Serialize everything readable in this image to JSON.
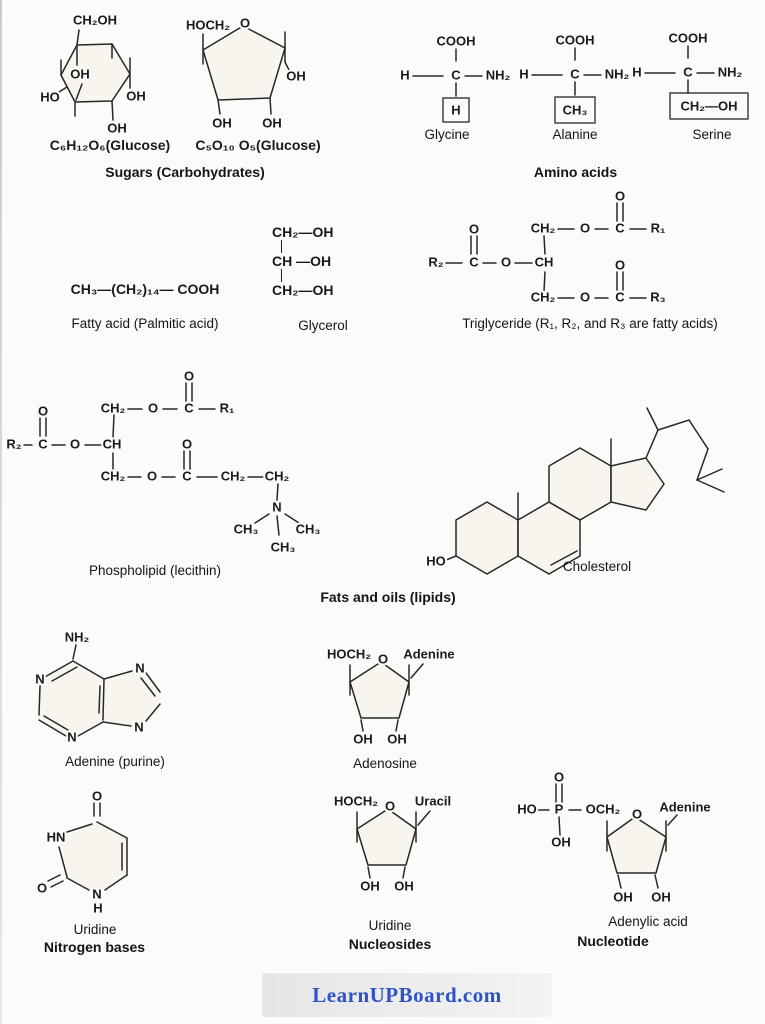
{
  "tokens": {
    "o": "O",
    "c": "C",
    "h": "H",
    "n": "N",
    "p": "P",
    "hn": "HN",
    "ho": "HO",
    "oh": "OH",
    "nh2": "NH₂",
    "ch": "CH",
    "ch2": "CH₂",
    "ch3": "CH₃",
    "cooh": "COOH",
    "ch2oh": "CH₂OH",
    "hoch2": "HOCH₂",
    "och2": "OCH₂",
    "r1": "R₁",
    "r2": "R₂",
    "r3": "R₃"
  },
  "sugars": {
    "title": "Sugars (Carbohydrates)",
    "pyranose": {
      "formula": "C₆H₁₂O₆(Glucose)"
    },
    "furanose": {
      "formula": "C₅O₁₀ O₅(Glucose)"
    }
  },
  "amino_acids": {
    "title": "Amino acids",
    "items": [
      {
        "name": "Glycine",
        "side": "H"
      },
      {
        "name": "Alanine",
        "side": "CH₃"
      },
      {
        "name": "Serine",
        "side": "CH₂—OH"
      }
    ]
  },
  "lipids": {
    "fatty_acid": {
      "formula": "CH₃—(CH₂)₁₄— COOH",
      "label": "Fatty acid (Palmitic acid)"
    },
    "glycerol": {
      "rows": [
        "CH₂—OH",
        "CH —OH",
        "CH₂—OH"
      ],
      "label": "Glycerol"
    },
    "triglyceride": {
      "label": "Triglyceride (R₁, R₂, and R₃ are fatty acids)"
    },
    "phospholipid": {
      "label": "Phospholipid (lecithin)"
    },
    "cholesterol": {
      "label": "Cholesterol"
    },
    "caption": "Fats and oils (lipids)"
  },
  "nucleic": {
    "adenine": {
      "label": "Adenine (purine)"
    },
    "adenosine": {
      "label": "Adenosine",
      "base": "Adenine"
    },
    "nitrogen_base": {
      "label": "Uridine",
      "group": "Nitrogen bases"
    },
    "nucleoside": {
      "label": "Uridine",
      "group": "Nucleosides",
      "base": "Uracil"
    },
    "nucleotide": {
      "label": "Adenylic acid",
      "group": "Nucleotide",
      "base": "Adenine"
    }
  },
  "footer": {
    "watermark": "LearnUPBoard.com"
  }
}
